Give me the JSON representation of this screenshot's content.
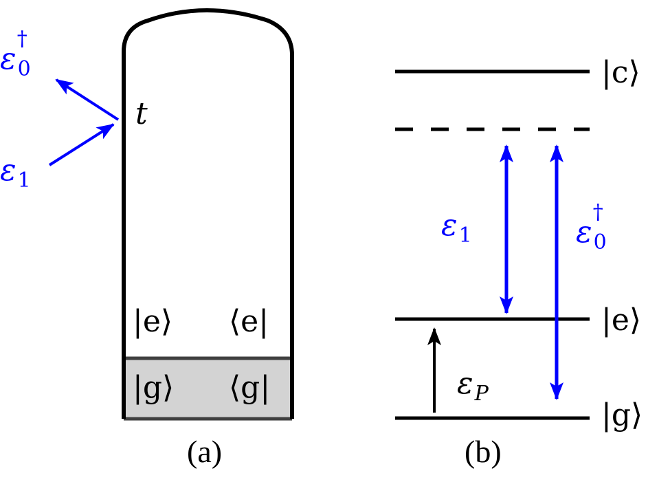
{
  "panel_a": {
    "caption": "(a)",
    "time_label": "t",
    "ket_e": "|e⟩",
    "bra_e": "⟨e|",
    "ket_g": "|g⟩",
    "bra_g": "⟨g|",
    "field_out": {
      "symbol": "ε",
      "sub": "0",
      "sup": "†"
    },
    "field_in": {
      "symbol": "ε",
      "sub": "1"
    }
  },
  "panel_b": {
    "caption": "(b)",
    "level_c": "|c⟩",
    "level_e": "|e⟩",
    "level_g": "|g⟩",
    "field_1": {
      "symbol": "ε",
      "sub": "1"
    },
    "field_0": {
      "symbol": "ε",
      "sub": "0",
      "sup": "†"
    },
    "field_p": {
      "symbol": "ε",
      "sub": "P"
    }
  },
  "colors": {
    "field": "#0000ff",
    "shade": "#d3d3d3",
    "line": "#000000"
  }
}
